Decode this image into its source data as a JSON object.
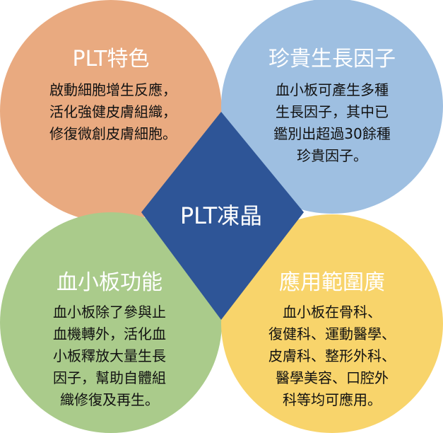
{
  "center": {
    "label": "PLT凍晶",
    "color": "#2E5597"
  },
  "quadrants": [
    {
      "title": "PLT特色",
      "body": "啟動細胞增生反應，\n活化強健皮膚組織，\n修復微創皮膚細胞。",
      "color": "#E9AA80"
    },
    {
      "title": "珍貴生長因子",
      "body": "血小板可產生多種\n生長因子，其中已\n鑑別出超過30餘種\n珍貴因子。",
      "color": "#9EBFE1"
    },
    {
      "title": "血小板功能",
      "body": "血小板除了參與止\n血機轉外，活化血\n小板釋放大量生長\n因子，幫助自體組\n織修復及再生。",
      "color": "#AACB8B"
    },
    {
      "title": "應用範圍廣",
      "body": "血小板在骨科、\n復健科、運動醫學、\n皮膚科、整形外科、\n醫學美容、口腔外\n科等均可應用。",
      "color": "#F8D46B"
    }
  ]
}
